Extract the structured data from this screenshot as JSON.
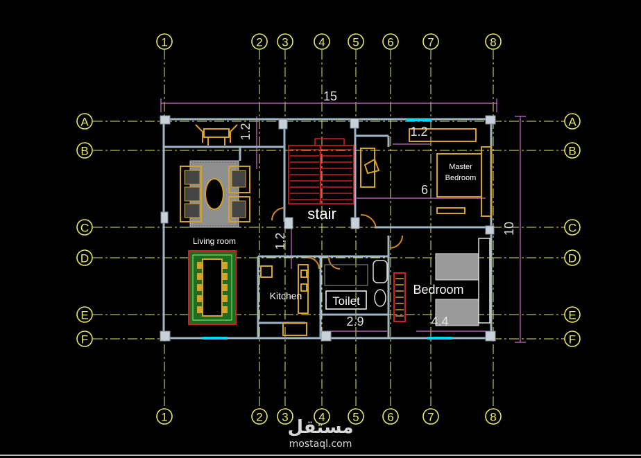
{
  "grid": {
    "columns": [
      "1",
      "2",
      "3",
      "4",
      "5",
      "6",
      "7",
      "8"
    ],
    "rows": [
      "A",
      "B",
      "C",
      "D",
      "E",
      "F"
    ]
  },
  "dimensions": {
    "overall_width": "15",
    "overall_depth": "10",
    "dim_ab": "1.2",
    "dim_cd": "1.2",
    "dim_bedroom_top": "1.2",
    "dim_master": "6",
    "dim_toilet": "2.9",
    "dim_bedroom": "4.4"
  },
  "rooms": {
    "stair": "stair",
    "living_room": "Living room",
    "master_line1": "Master",
    "master_line2": "Bedroom",
    "bedroom": "Bedroom",
    "kitchen": "Kitchen",
    "toilet": "Toilet"
  },
  "watermark": {
    "arabic": "مستقل",
    "latin": "mostaql.com"
  },
  "colors": {
    "background": "#000000",
    "grid_line": "#e8e86a",
    "bubble": "#e8e86a",
    "wall": "#9fb6c8",
    "dimension": "#d070d0",
    "stair": "#d02020",
    "furniture": "#d4a32a",
    "window": "#00d8ff"
  }
}
